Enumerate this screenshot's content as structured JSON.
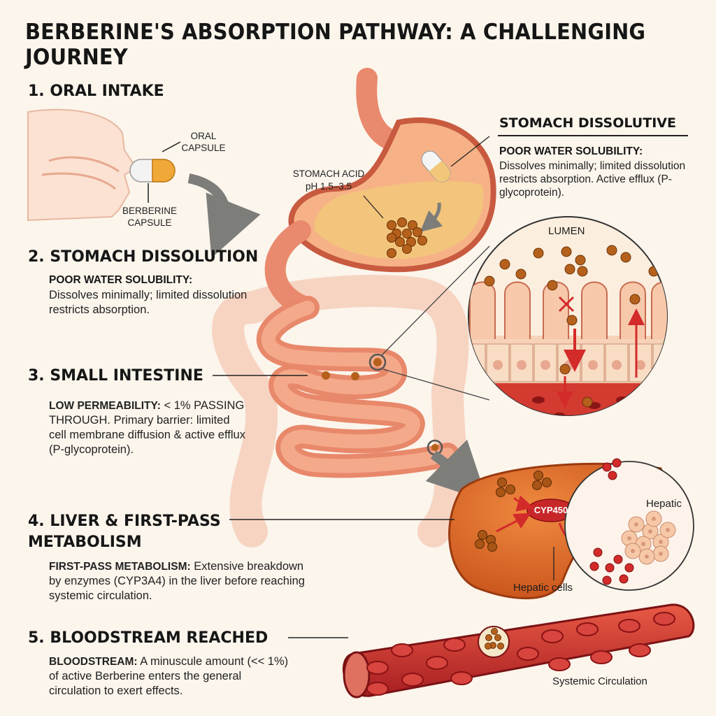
{
  "title": "BERBERINE'S ABSORPTION PATHWAY: A CHALLENGING JOURNEY",
  "steps": [
    {
      "heading": "1. ORAL INTAKE"
    },
    {
      "heading": "2. STOMACH DISSOLUTION",
      "label": "POOR WATER SOLUBILITY:",
      "text": "Dissolves minimally; limited dissolution restricts absorption."
    },
    {
      "heading": "3. SMALL INTESTINE",
      "label": "LOW PERMEABILITY:",
      "text_inline": "< 1%",
      "text": "PASSING THROUGH. Primary barrier: limited cell membrane diffusion & active efflux (P-glycoprotein)."
    },
    {
      "heading": "4. LIVER & FIRST-PASS METABOLISM",
      "label": "FIRST-PASS METABOLISM:",
      "text_inline": "Extensive",
      "text": "breakdown by enzymes (CYP3A4) in the liver before reaching systemic circulation."
    },
    {
      "heading": "5. BLOODSTREAM REACHED",
      "label": "BLOODSTREAM:",
      "text_inline": "A minuscule amount",
      "text": "(<< 1%) of active Berberine enters the general circulation to exert effects."
    }
  ],
  "capsule": {
    "oral_label": "ORAL CAPSULE",
    "berberine_label": "BERBERINE CAPSULE"
  },
  "stomach": {
    "acid_label": "STOMACH ACID",
    "ph_label": "pH 1.5–3.5"
  },
  "stomach_panel": {
    "heading": "STOMACH DISSOLUTIVE",
    "label": "POOR WATER SOLUBILITY:",
    "text": "Dissolves minimally; limited dissolution restricts absorption. Active efflux (P-glycoprotein)."
  },
  "intestine_zoom": {
    "lumen_label": "LUMEN"
  },
  "liver": {
    "enzyme_label": "CYP450",
    "hepatic_label": "Hepatic",
    "hepatic_cells_label": "Hepatic cells"
  },
  "blood": {
    "circulation_label": "Systemic Circulation"
  },
  "colors": {
    "background": "#fbf5ec",
    "tissue": "#f0a080",
    "liver": "#e06a28",
    "blood": "#c8272a",
    "particle": "#b5611c",
    "arrow": "#d32a2a"
  }
}
